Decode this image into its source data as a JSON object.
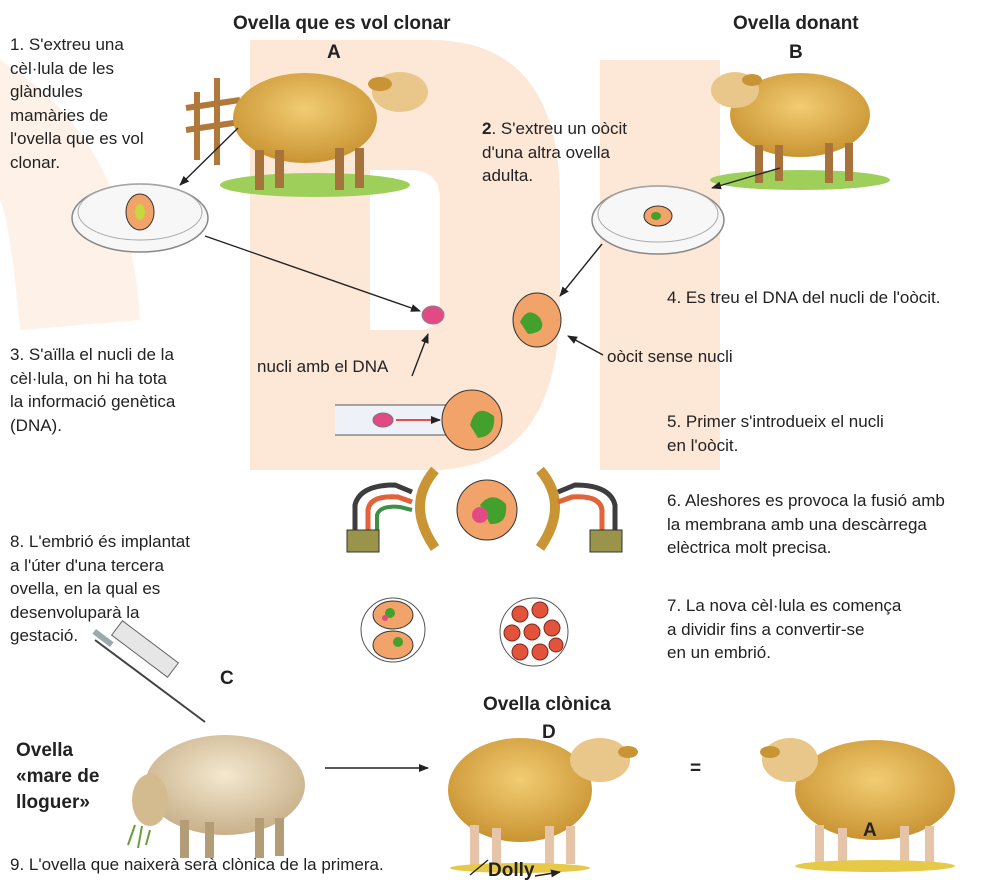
{
  "colors": {
    "watermark": "#fde3cf",
    "arrow": "#222222",
    "wool": "#e3b24e",
    "wool_dark": "#b8862e",
    "egg": "#f1a36a",
    "nucleus": "#43a02c",
    "dna_nucleus": "#e24a86"
  },
  "sheep": {
    "a_title": "Ovella que es vol clonar",
    "a_letter": "A",
    "b_title": "Ovella donant",
    "b_letter": "B",
    "c_letter": "C",
    "c_title_lines": [
      "Ovella",
      "«mare de",
      "lloguer»"
    ],
    "d_title": "Ovella clònica",
    "d_letter": "D",
    "equals": "=",
    "clone_letter": "A",
    "dolly": "Dolly"
  },
  "steps": {
    "s1": [
      "1. S'extreu una",
      "cèl·lula de les",
      "glàndules",
      "mamàries de",
      "l'ovella que es vol",
      "clonar."
    ],
    "s2_num": "2",
    "s2": [
      ". S'extreu un oòcit",
      "d'una altra ovella",
      "adulta."
    ],
    "s3": [
      "3. S'aïlla el nucli de la",
      "cèl·lula, on hi ha tota",
      "la informació genètica",
      "(DNA)."
    ],
    "s4": "4. Es treu el DNA del nucli de l'oòcit.",
    "s5": [
      "5. Primer s'introdueix el nucli",
      "en l'oòcit."
    ],
    "s6": [
      "6. Aleshores es provoca la fusió amb",
      "la membrana amb una descàrrega",
      "elèctrica molt precisa."
    ],
    "s7": [
      "7. La nova cèl·lula es comença",
      "a dividir fins a convertir-se",
      "en un embrió."
    ],
    "s8": [
      "8. L'embrió és implantat",
      "a l'úter d'una tercera",
      "ovella, en la qual es",
      "desenvoluparà la",
      "gestació."
    ],
    "s9": "9. L'ovella que naixerà serà clònica de la primera."
  },
  "labels": {
    "nucleus_dna": "nucli amb el DNA",
    "oocyte_no_nucleus": "oòcit sense nucli"
  }
}
